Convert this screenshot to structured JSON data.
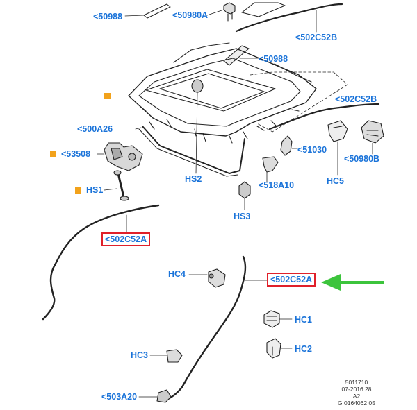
{
  "labels": {
    "p50988_top": "<50988",
    "p50980A": "<50980A",
    "p502C52B_top": "<502C52B",
    "p50988_mid": "<50988",
    "p502C52B_mid": "<502C52B",
    "p500A26": "<500A26",
    "p53508": "<53508",
    "p51030": "<51030",
    "p50980B": "<50980B",
    "pHS2": "HS2",
    "p518A10": "<518A10",
    "pHC5": "HC5",
    "pHS1": "HS1",
    "pHS3": "HS3",
    "p502C52A_left": "<502C52A",
    "pHC4": "HC4",
    "p502C52A_right": "<502C52A",
    "pHC1": "HC1",
    "pHC2": "HC2",
    "pHC3": "HC3",
    "p503A20": "<503A20"
  },
  "reference": {
    "line1": "5011710",
    "line2": "07-2016 28",
    "line3": "A2",
    "line4": "G 0164062 05"
  },
  "colors": {
    "label_text": "#1a73d9",
    "highlight_box": "#e0202a",
    "arrow": "#3cc43c",
    "marker": "#f2a21b",
    "line_art": "#222222"
  }
}
